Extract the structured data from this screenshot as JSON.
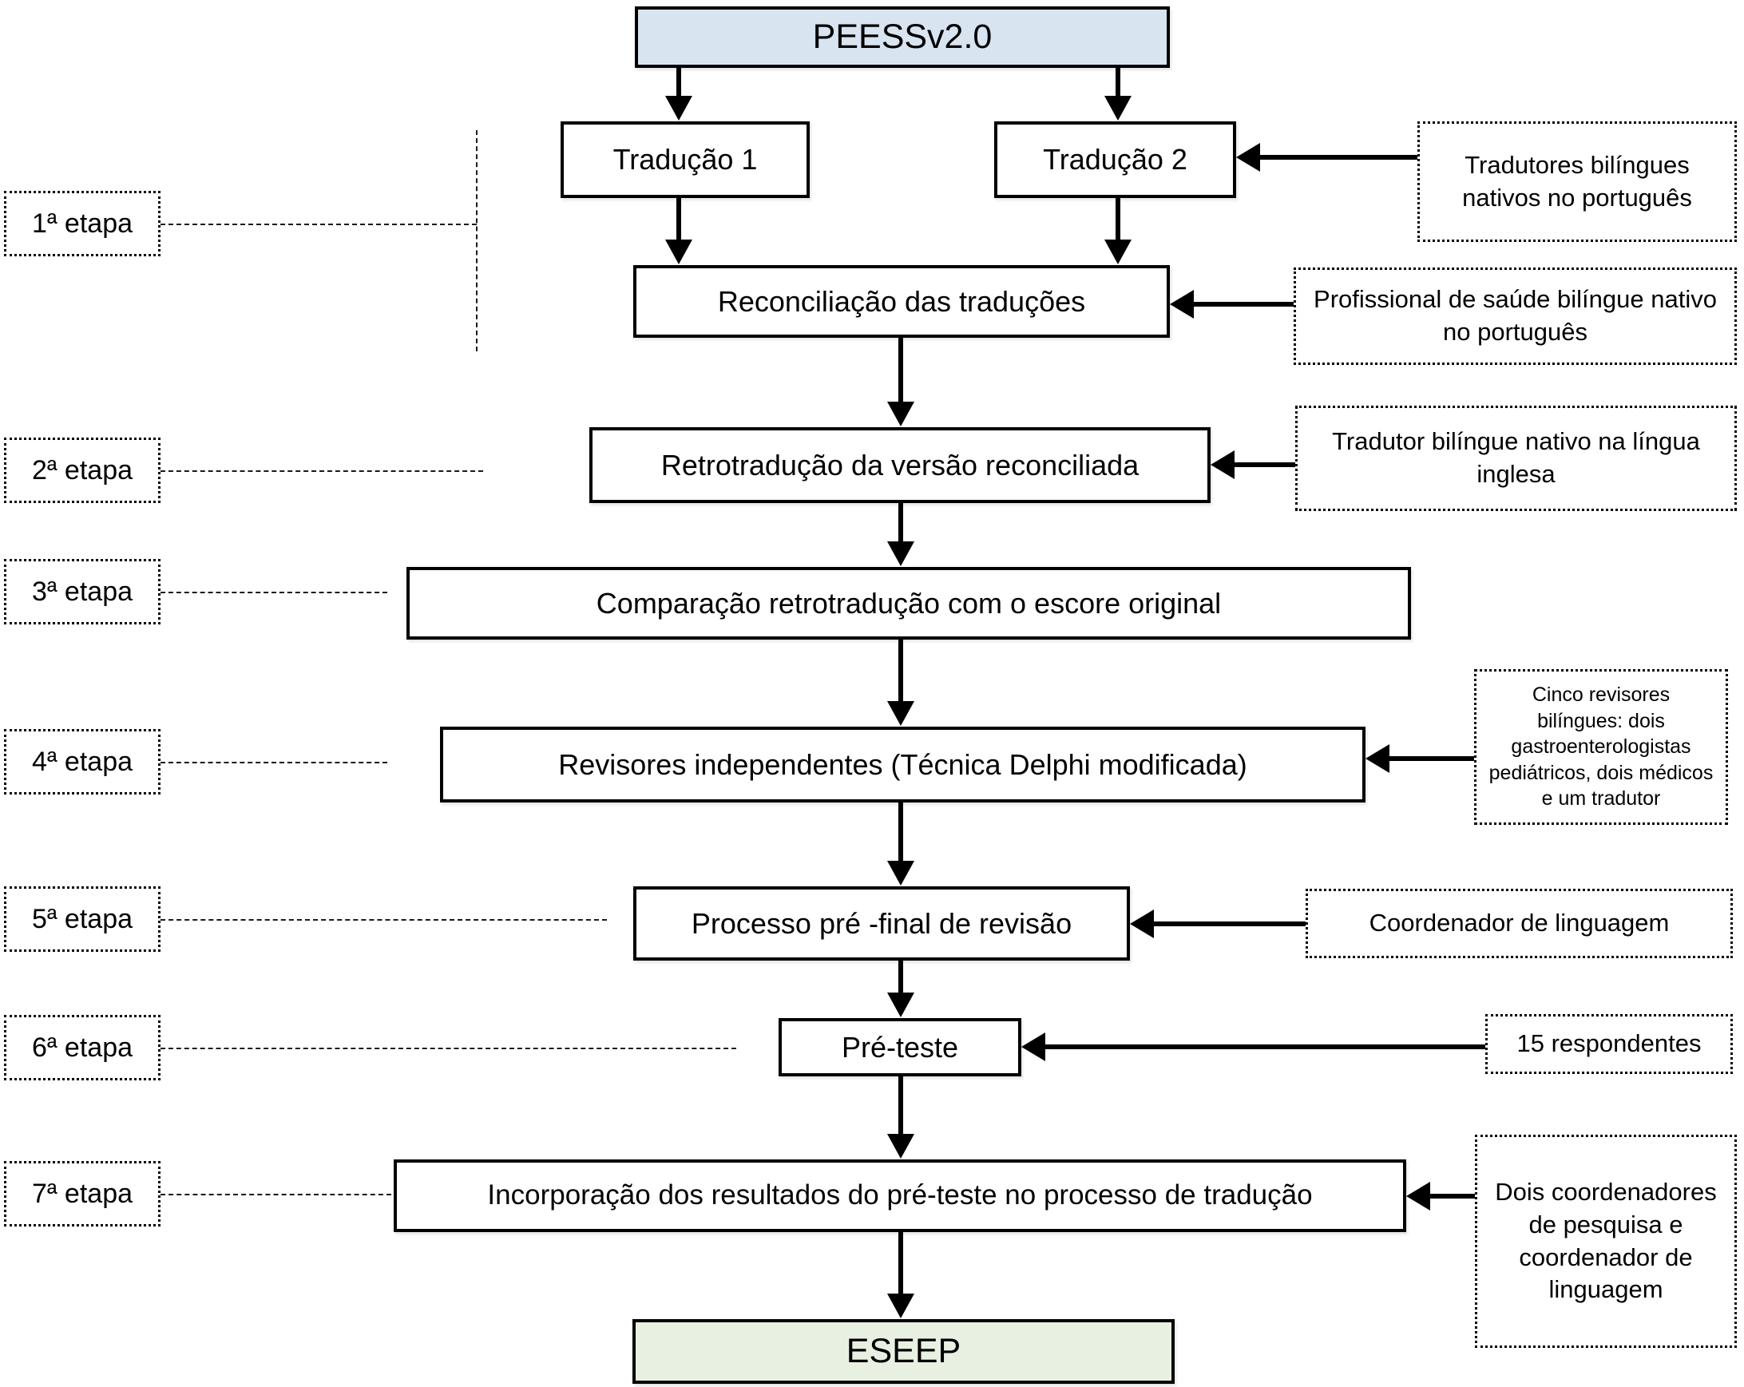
{
  "flow": {
    "source": "PEESSv2.0",
    "traducao1": "Tradução 1",
    "traducao2": "Tradução 2",
    "reconciliacao": "Reconciliação das traduções",
    "retrotraducao": "Retrotradução da versão reconciliada",
    "comparacao": "Comparação retrotradução com o escore original",
    "revisores": "Revisores independentes (Técnica Delphi modificada)",
    "processo": "Processo pré -final de revisão",
    "preteste": "Pré-teste",
    "incorporacao": "Incorporação dos resultados do pré-teste no processo de tradução",
    "resultado": "ESEEP"
  },
  "stages": [
    {
      "label": "1ª etapa"
    },
    {
      "label": "2ª etapa"
    },
    {
      "label": "3ª etapa"
    },
    {
      "label": "4ª etapa"
    },
    {
      "label": "5ª etapa"
    },
    {
      "label": "6ª etapa"
    },
    {
      "label": "7ª etapa"
    }
  ],
  "annotations": {
    "tradutores": "Tradutores bilíngues nativos no português",
    "profissional": "Profissional de saúde bilíngue nativo no português",
    "tradutor_ingles": "Tradutor bilíngue nativo na língua inglesa",
    "cinco_revisores": "Cinco revisores bilíngues: dois gastroenterologistas pediátricos, dois médicos e um tradutor",
    "coordenador": "Coordenador de linguagem",
    "respondentes": "15 respondentes",
    "dois_coordenadores": "Dois coordenadores de pesquisa e coordenador de linguagem"
  },
  "colors": {
    "source_fill": "#d8e4f0",
    "resultado_fill": "#e8f0e1",
    "line": "#000000"
  }
}
